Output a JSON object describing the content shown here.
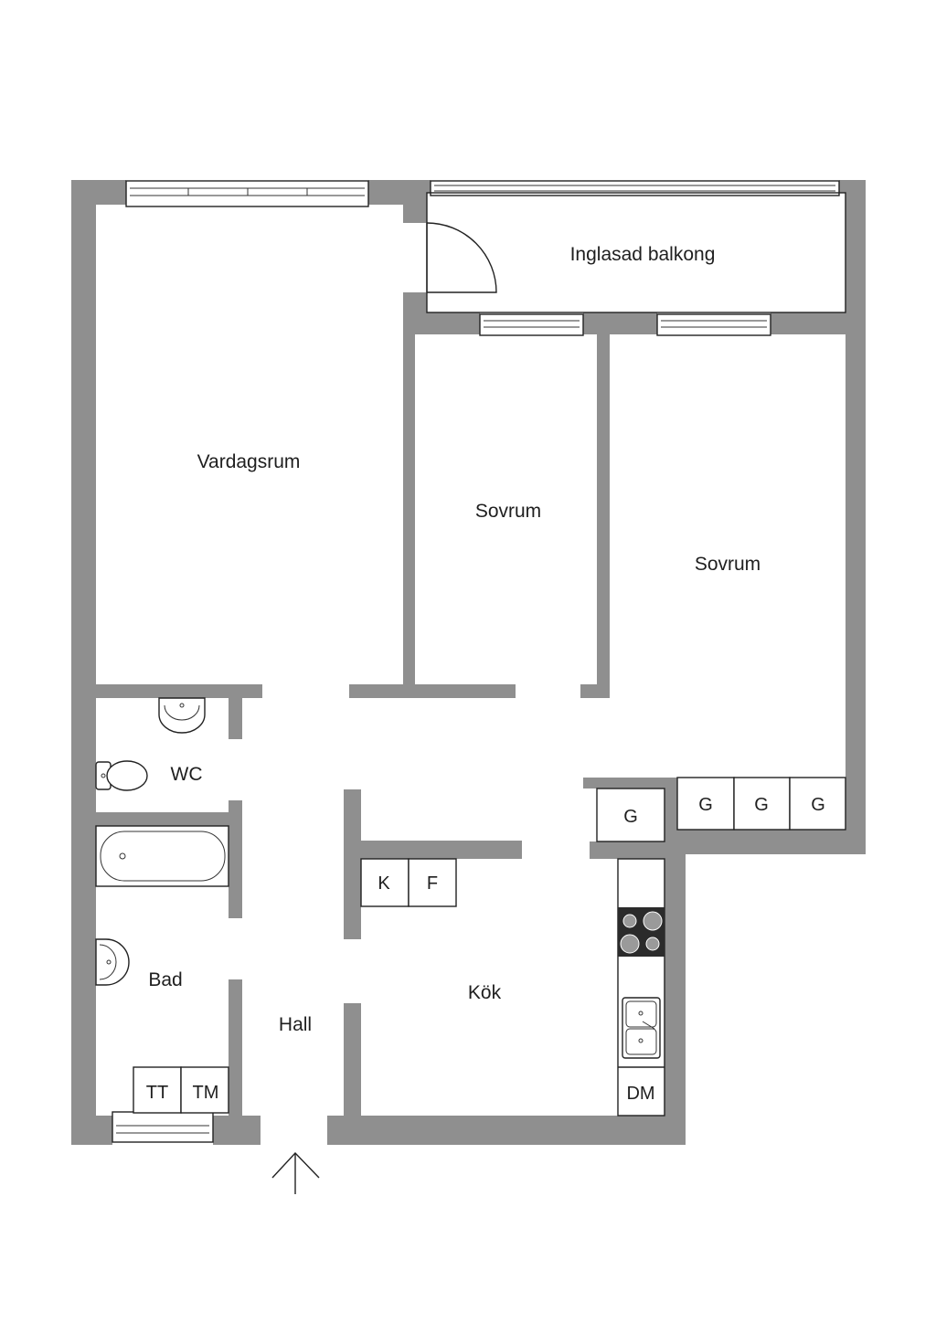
{
  "rooms": {
    "balcony": "Inglasad balkong",
    "living_room": "Vardagsrum",
    "bedroom_1": "Sovrum",
    "bedroom_2": "Sovrum",
    "wc": "WC",
    "bathroom": "Bad",
    "hall": "Hall",
    "kitchen": "Kök"
  },
  "fixtures": {
    "wardrobe_kitchen": "G",
    "wardrobe_bedroom_1": "G",
    "wardrobe_bedroom_2": "G",
    "wardrobe_bedroom_3": "G",
    "fridge": "K",
    "freezer": "F",
    "dryer": "TT",
    "washer": "TM",
    "dishwasher": "DM"
  },
  "colors": {
    "wall": "#8f8f8f",
    "line": "#222222",
    "background": "#ffffff"
  },
  "icons": [
    "entrance-arrow-icon",
    "door-swing-icon",
    "stove-icon",
    "sink-icon",
    "toilet-icon",
    "bathtub-icon",
    "washbasin-icon",
    "window-icon"
  ]
}
